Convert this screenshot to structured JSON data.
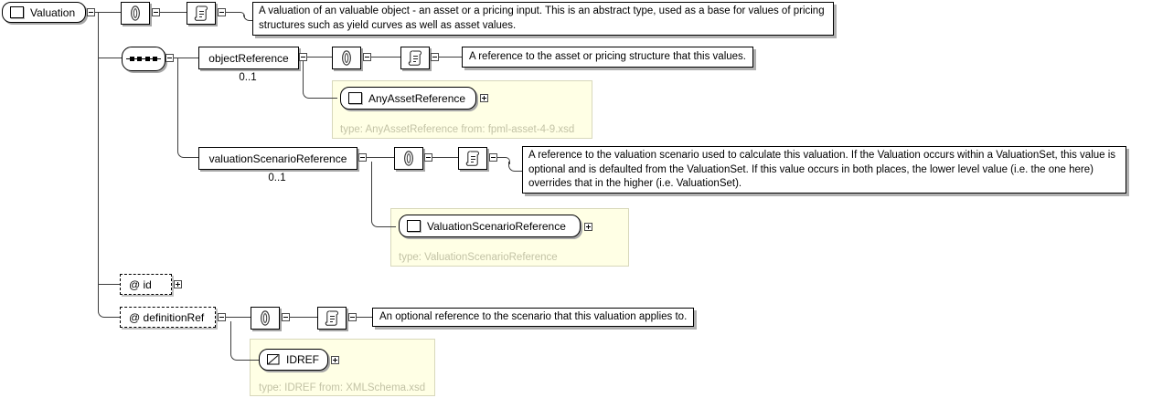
{
  "root": {
    "label": "Valuation",
    "doc": "A valuation of an valuable object - an asset or a pricing input. This is an abstract type, used as a base for values of pricing structures such as yield curves as well as asset values."
  },
  "children": [
    {
      "name": "objectReference",
      "occurs": "0..1",
      "doc": "A reference to the asset or pricing structure that this values.",
      "type_label": "AnyAssetReference",
      "type_note": "type: AnyAssetReference from: fpml-asset-4-9.xsd"
    },
    {
      "name": "valuationScenarioReference",
      "occurs": "0..1",
      "doc": "A reference to the valuation scenario used to calculate this valuation. If the Valuation occurs within a ValuationSet, this value is optional and is defaulted from the ValuationSet. If this value occurs in both places, the lower level value (i.e. the one here) overrides that in the higher (i.e. ValuationSet).",
      "type_label": "ValuationScenarioReference",
      "type_note": "type: ValuationScenarioReference"
    }
  ],
  "attributes": [
    {
      "name": "@ id"
    },
    {
      "name": "@ definitionRef",
      "doc": "An optional reference to the scenario that this valuation applies to.",
      "type_label": "IDREF",
      "type_note": "type: IDREF from: XMLSchema.xsd"
    }
  ],
  "icons": {
    "annotation": "paperclip-icon",
    "documentation": "documentation-scroll-icon",
    "compositor": "sequence-icon",
    "element": "element-icon",
    "simple_type": "simple-type-icon"
  },
  "colors": {
    "type_box_bg": "#ffffe5",
    "type_box_border": "#d8d8bb",
    "type_note_text": "#c3c3a6",
    "line": "#3c3c3c",
    "shadow": "#a6a6a6"
  }
}
